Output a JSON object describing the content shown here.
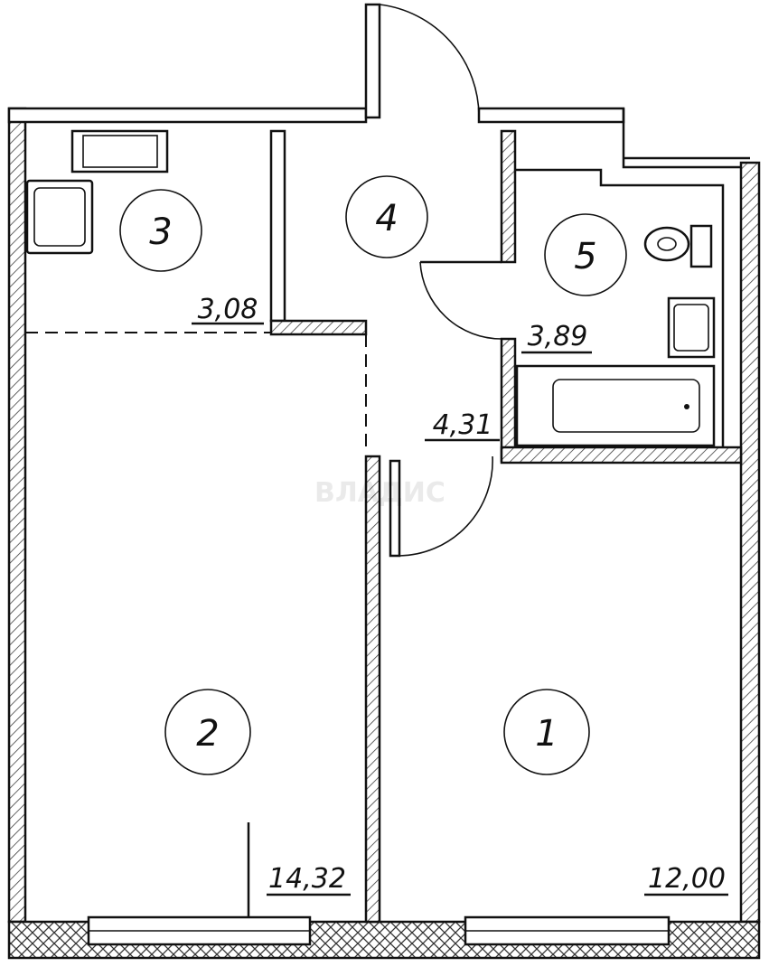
{
  "watermark": "ВЛАДИС",
  "rooms": [
    {
      "number": "1",
      "area": "12,00"
    },
    {
      "number": "2",
      "area": "14,32"
    },
    {
      "number": "3",
      "area": "3,08"
    },
    {
      "number": "4",
      "area": "4,31"
    },
    {
      "number": "5",
      "area": "3,89"
    }
  ]
}
